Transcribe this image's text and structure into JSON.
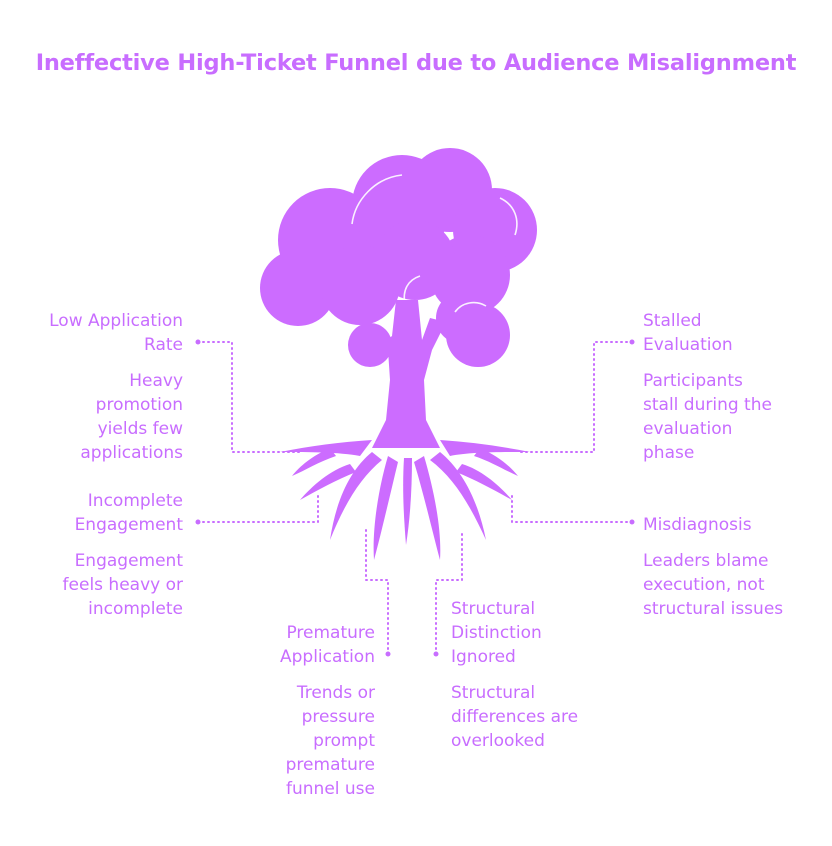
{
  "title": "Ineffective High-Ticket Funnel due to Audience Misalignment",
  "colors": {
    "accent": "#c86dff",
    "tree": "#cc6cff"
  },
  "nodes": [
    {
      "id": "low-application-rate",
      "heading": "Low Application\nRate",
      "description": "Heavy\npromotion\nyields few\napplications"
    },
    {
      "id": "incomplete-engagement",
      "heading": "Incomplete\nEngagement",
      "description": "Engagement\nfeels heavy or\nincomplete"
    },
    {
      "id": "premature-application",
      "heading": "Premature\nApplication",
      "description": "Trends or\npressure\nprompt\npremature\nfunnel use"
    },
    {
      "id": "structural-distinction-ignored",
      "heading": "Structural\nDistinction\nIgnored",
      "description": "Structural\ndifferences are\noverlooked"
    },
    {
      "id": "stalled-evaluation",
      "heading": "Stalled\nEvaluation",
      "description": "Participants\nstall during the\nevaluation\nphase"
    },
    {
      "id": "misdiagnosis",
      "heading": "Misdiagnosis",
      "description": "Leaders blame\nexecution, not\nstructural issues"
    }
  ]
}
